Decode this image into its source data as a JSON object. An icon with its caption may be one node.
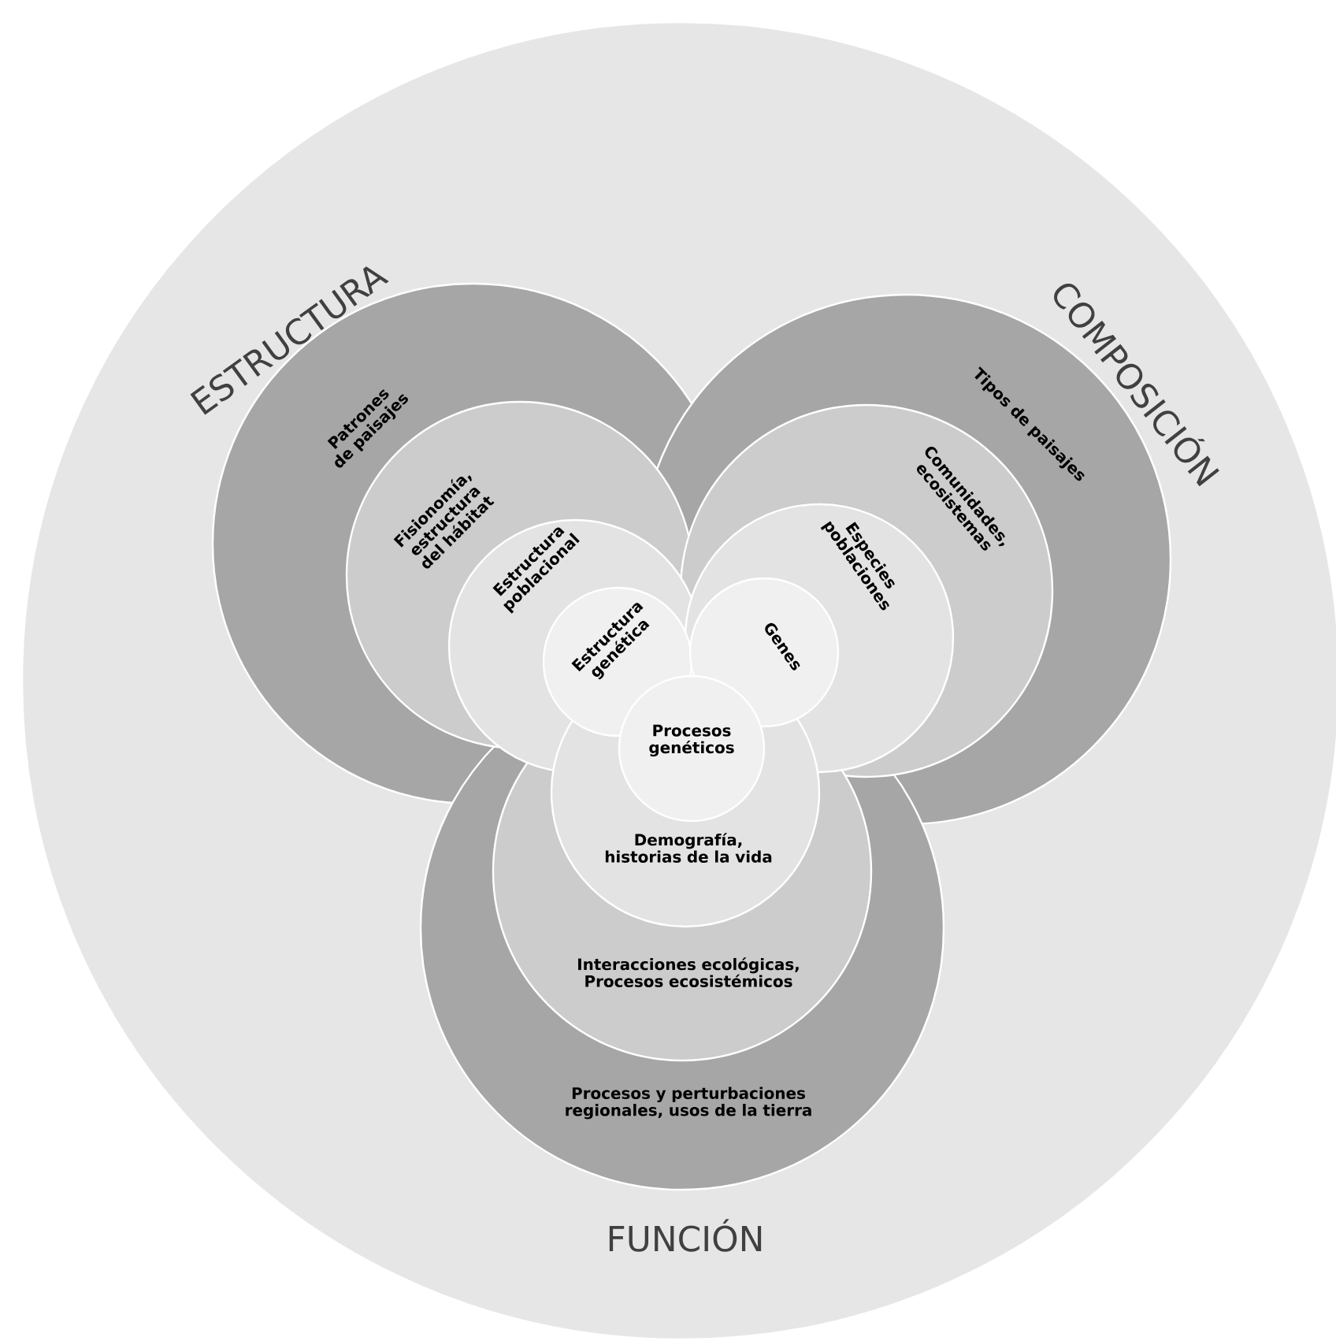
{
  "diagram": {
    "nodes": [
      {
        "text": [],
        "shape": "circle"
      },
      {
        "text": [
          "ESTRUCTURA",
          "Patrones de paisajes"
        ],
        "in": 0
      },
      {
        "text": [
          "Fisionomía, estructura del hábitat"
        ],
        "in": 1
      },
      {
        "text": [
          "Estructura poblacional"
        ],
        "in": 2
      },
      {
        "text": [
          "Estructura genética"
        ],
        "in": 3
      },
      {
        "text": [
          "COMPOSICIÓN",
          "Tipos de paisajes"
        ],
        "in": 0
      },
      {
        "text": [
          "Comunidades, ecosistemas"
        ],
        "in": 5
      },
      {
        "text": [
          "Especies poblaciones"
        ],
        "in": 6
      },
      {
        "text": [
          "Genes"
        ],
        "in": 7
      },
      {
        "text": [
          "Procesos y perturbaciones regionales, usos de la tierra",
          "FUNCIÓN"
        ],
        "in": 0
      },
      {
        "text": [
          "Interacciones ecológicas, Procesos ecosistémicos"
        ],
        "in": 9
      },
      {
        "text": [
          "Demografía, historias de la vida"
        ],
        "in": 10
      },
      {
        "text": [
          "Procesos genéticos"
        ],
        "in": 11
      }
    ]
  }
}
